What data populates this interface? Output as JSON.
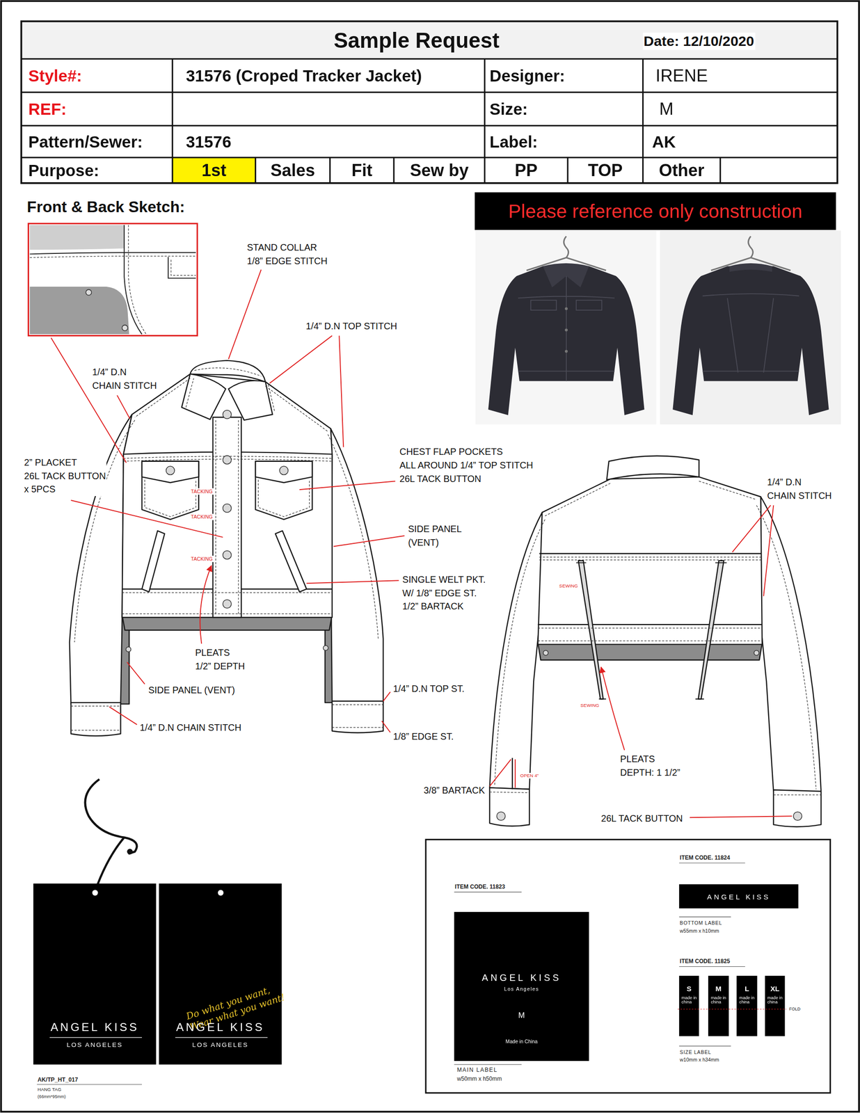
{
  "diagram": {
    "title": "Sample Request",
    "nodes": [
      {
        "text": [
          "Style#:"
        ]
      },
      {
        "text": [
          "31576 (Croped Tracker Jacket)"
        ]
      },
      {
        "text": [
          "Designer:"
        ]
      },
      {
        "text": [
          "IRENE"
        ]
      },
      {
        "text": [
          "REF:"
        ]
      },
      {
        "text": [
          "Size:"
        ]
      },
      {
        "text": [
          "M"
        ]
      },
      {
        "text": [
          "Pattern/Sewer:"
        ]
      },
      {
        "text": [
          "31576"
        ]
      },
      {
        "text": [
          "Label:"
        ]
      },
      {
        "text": [
          "AK"
        ]
      },
      {
        "text": [
          "Purpose:"
        ]
      },
      {
        "text": [
          "1st"
        ]
      },
      {
        "text": [
          "Sales"
        ]
      },
      {
        "text": [
          "Fit"
        ]
      },
      {
        "text": [
          "Sew by"
        ]
      },
      {
        "text": [
          "PP"
        ]
      },
      {
        "text": [
          "TOP"
        ]
      },
      {
        "text": [
          "Other"
        ]
      },
      {
        "text": [
          "Please reference only construction"
        ]
      },
      {
        "text": [
          "ANGEL KISS",
          "LOS ANGELES"
        ]
      },
      {
        "text": [
          "Do what you want, Wear what you want!",
          "ANGEL KISS",
          "LOS ANGELES"
        ]
      },
      {
        "text": [
          "ANGEL KISS",
          "Los Angeles",
          "M",
          "Made in China"
        ]
      },
      {
        "text": [
          "ANGEL KISS"
        ]
      },
      {
        "text": [
          "S",
          "made in china"
        ]
      },
      {
        "text": [
          "M",
          "made in china"
        ]
      },
      {
        "text": [
          "L",
          "made in china"
        ]
      },
      {
        "text": [
          "XL",
          "made in china"
        ]
      }
    ],
    "labels": [
      "Date: 12/10/2020",
      "Front & Back Sketch:",
      "STAND COLLAR 1/8” EDGE STITCH",
      "1/4” D.N TOP STITCH",
      "1/4” D.N CHAIN STITCH",
      "2” PLACKET 26L TACK BUTTON x 5PCS",
      "CHEST FLAP POCKETS ALL AROUND 1/4” TOP STITCH 26L TACK BUTTON",
      "1/4” D.N CHAIN STITCH",
      "TACKING",
      "TACKING",
      "SIDE PANEL (VENT)",
      "TACKING",
      "SINGLE WELT PKT. W/ 1/8” EDGE ST. 1/2” BARTACK",
      "SEWING",
      "PLEATS 1/2” DEPTH",
      "1/4” D.N TOP ST.",
      "SIDE PANEL (VENT)",
      "SEWING",
      "1/4” D.N CHAIN STITCH",
      "1/8” EDGE ST.",
      "PLEATS DEPTH: 1 1/2”",
      "OPEN 4”",
      "3/8” BARTACK",
      "26L TACK BUTTON",
      "ITEM CODE. 11824",
      "ITEM CODE. 11823",
      "BOTTOM LABEL",
      "w55mm x h10mm",
      "ITEM CODE. 11825",
      "FOLD",
      "SIZE LABEL",
      "w10mm x h34mm",
      "MAIN LABEL",
      "w50mm x h50mm",
      "AK/TP_HT_017",
      "HANG TAG",
      "(66mm*95mm)"
    ]
  }
}
